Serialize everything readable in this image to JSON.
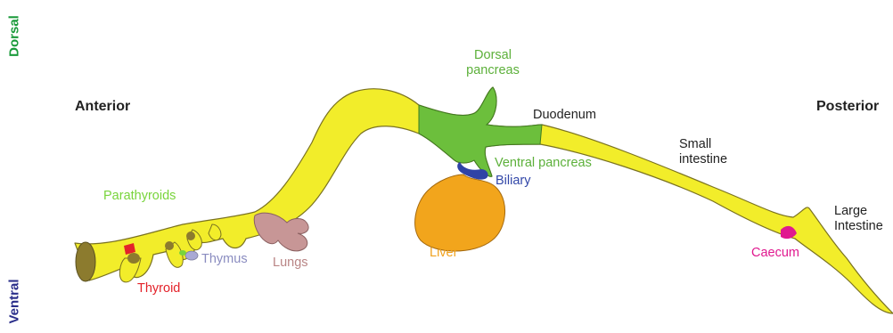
{
  "axis": {
    "dorsal": "Dorsal",
    "ventral": "Ventral",
    "dorsal_color": "#1a9a3a",
    "ventral_color": "#2a2e8a"
  },
  "directions": {
    "anterior": "Anterior",
    "posterior": "Posterior"
  },
  "labels": {
    "dorsal_pancreas_1": "Dorsal",
    "dorsal_pancreas_2": "pancreas",
    "duodenum": "Duodenum",
    "small_intestine_1": "Small",
    "small_intestine_2": "intestine",
    "ventral_pancreas": "Ventral pancreas",
    "biliary": "Biliary",
    "parathyroids": "Parathyroids",
    "thymus": "Thymus",
    "lungs": "Lungs",
    "liver": "Liver",
    "thyroid": "Thyroid",
    "caecum": "Caecum",
    "large_intestine_1": "Large",
    "large_intestine_2": "Intestine"
  },
  "colors": {
    "gut_tube": "#f2ed2a",
    "pancreas": "#6cbf3c",
    "liver": "#f2a51c",
    "lungs": "#c79696",
    "thyroid": "#e3222a",
    "thymus": "#a9a9d4",
    "biliary": "#2f43a6",
    "caecum": "#e0198f",
    "pharynx_pouch": "#8c7b2e",
    "parathyroid_label": "#79d43c",
    "pancreas_label": "#5cb03a",
    "biliary_label": "#3247a8",
    "thymus_label": "#8a8cc0",
    "lungs_label": "#b98585",
    "liver_label": "#f0a21e",
    "thyroid_label": "#e3222a",
    "caecum_label": "#e0198f"
  }
}
